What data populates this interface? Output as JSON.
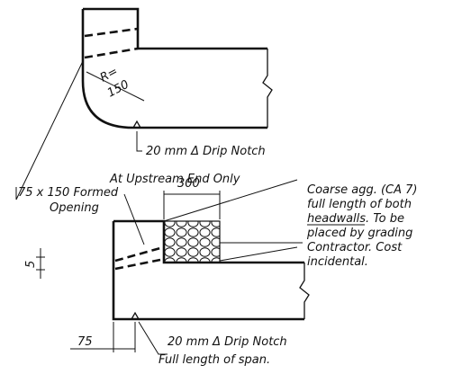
{
  "top_view": {
    "radius_label": "R=",
    "radius_value": "150",
    "drip_notch": "20 mm Δ Drip Notch",
    "caption": "At Upstream End Only"
  },
  "bottom_view": {
    "opening_line1": "75 x 150 Formed",
    "opening_line2": "Opening",
    "dim_top": "300",
    "dim_left": "5",
    "dim_bottom": "75",
    "drip_notch": "20 mm Δ Drip Notch",
    "span_note": "Full length of span.",
    "note": [
      "Coarse agg. (CA 7)",
      "full length of both",
      "headwalls. To be",
      "placed by grading",
      "Contractor. Cost",
      "incidental."
    ]
  }
}
